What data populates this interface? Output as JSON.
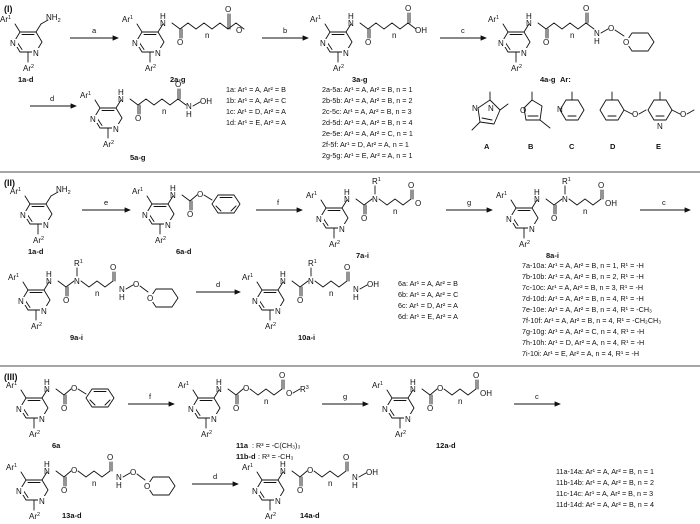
{
  "sections": [
    {
      "label": "(I)"
    },
    {
      "label": "(II)"
    },
    {
      "label": "(III)"
    }
  ],
  "steps": {
    "a": "a",
    "b": "b",
    "c": "c",
    "d": "d",
    "e": "e",
    "f": "f",
    "g": "g"
  },
  "atoms": {
    "ar1": "Ar",
    "ar2": "Ar",
    "sup1": "1",
    "sup2": "2",
    "N": "N",
    "H": "H",
    "O": "O",
    "NH2": "NH",
    "sub2": "2",
    "n": "n",
    "R1": "R",
    "R3": "R",
    "OH": "OH"
  },
  "compounds": {
    "c1a_d": "1a-d",
    "c2a_g": "2a-g",
    "c3a_g": "3a-g",
    "c4a_g": "4a-g",
    "c5a_g": "5a-g",
    "c6a_d": "6a-d",
    "c7a_i": "7a-i",
    "c8a_i": "8a-i",
    "c9a_i": "9a-i",
    "c10a_i": "10a-i",
    "c6a": "6a",
    "c11a": "11a",
    "c11bd": "11b-d",
    "c12a_d": "12a-d",
    "c13a_d": "13a-d",
    "c14a_d": "14a-d"
  },
  "legend_1": [
    "1a: Ar¹ = A, Ar² = B",
    "1b: Ar¹ = A, Ar² = C",
    "1c: Ar¹ = D, Ar² = A",
    "1d: Ar¹ = E, Ar² = A"
  ],
  "legend_2_5": [
    "2a-5a: Ar¹ = A, Ar² = B, n = 1",
    "2b-5b: Ar¹ = A, Ar² = B, n = 2",
    "2c-5c: Ar¹ = A, Ar² = B, n = 3",
    "2d-5d: Ar¹ = A, Ar² = B, n = 4",
    "2e-5e: Ar¹ = A, Ar² = C, n = 1",
    "2f-5f: Ar¹ = D, Ar² = A, n = 1",
    "2g-5g: Ar¹ = E, Ar² = A, n = 1"
  ],
  "ar_heading": "Ar:",
  "ar_groups": [
    "A",
    "B",
    "C",
    "D",
    "E"
  ],
  "legend_6": [
    "6a: Ar¹ = A, Ar² = B",
    "6b: Ar¹ = A, Ar² = C",
    "6c: Ar¹ = D, Ar² = A",
    "6d: Ar¹ = E, Ar² = A"
  ],
  "legend_7_10": [
    "7a-10a: Ar¹ = A, Ar² = B, n = 1,  R¹ = -H",
    "7b-10b: Ar¹ = A, Ar² = B, n = 2,  R¹ = -H",
    "7c-10c: Ar¹ = A, Ar² = B, n = 3,  R¹ = -H",
    "7d-10d: Ar¹ = A, Ar² = B, n = 4,  R¹ = -H",
    "7e-10e: Ar¹ = A, Ar² = B, n = 4,  R¹ = -CH₃",
    "7f-10f: Ar¹ = A, Ar² = B, n = 4,  R¹ = -CH₂CH₃",
    "7g-10g: Ar¹ = A, Ar² = C, n = 4,  R¹ = -H",
    "7h-10h: Ar¹ = D, Ar² = A, n = 4,  R¹ = -H",
    "7i-10i: Ar¹ = E, Ar² = A, n = 4,  R¹ = -H"
  ],
  "r3_11a": ": R³ = -C(CH₃)₃",
  "r3_11bd": ": R³ = -CH₃",
  "legend_11_14": [
    "11a-14a: Ar¹ = A, Ar² = B, n = 1",
    "11b-14b: Ar¹ = A, Ar² = B, n = 2",
    "11c-14c: Ar¹ = A, Ar² = B, n = 3",
    "11d-14d: Ar¹ = A, Ar² = B, n = 4"
  ]
}
